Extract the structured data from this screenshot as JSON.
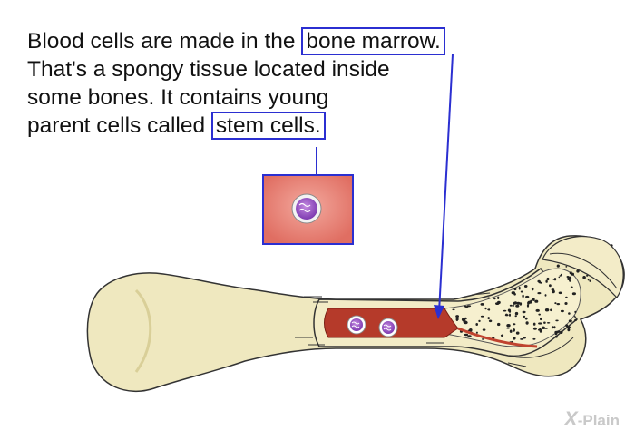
{
  "caption": {
    "line1_before": "Blood cells are made in the ",
    "line1_highlight": "bone marrow.",
    "line2": "That's a spongy tissue located inside",
    "line3": "some bones. It contains young",
    "line4_before": "parent cells called ",
    "line4_highlight": "stem cells."
  },
  "brand": {
    "mark": "X",
    "text": "-Plain"
  },
  "colors": {
    "highlight_border": "#2b2fd1",
    "bone": "#efe8bf",
    "bone_outline": "#333333",
    "marrow": "#b53a2a",
    "inset_background": "#e67a70",
    "stem_cell": "#9b59c6"
  }
}
